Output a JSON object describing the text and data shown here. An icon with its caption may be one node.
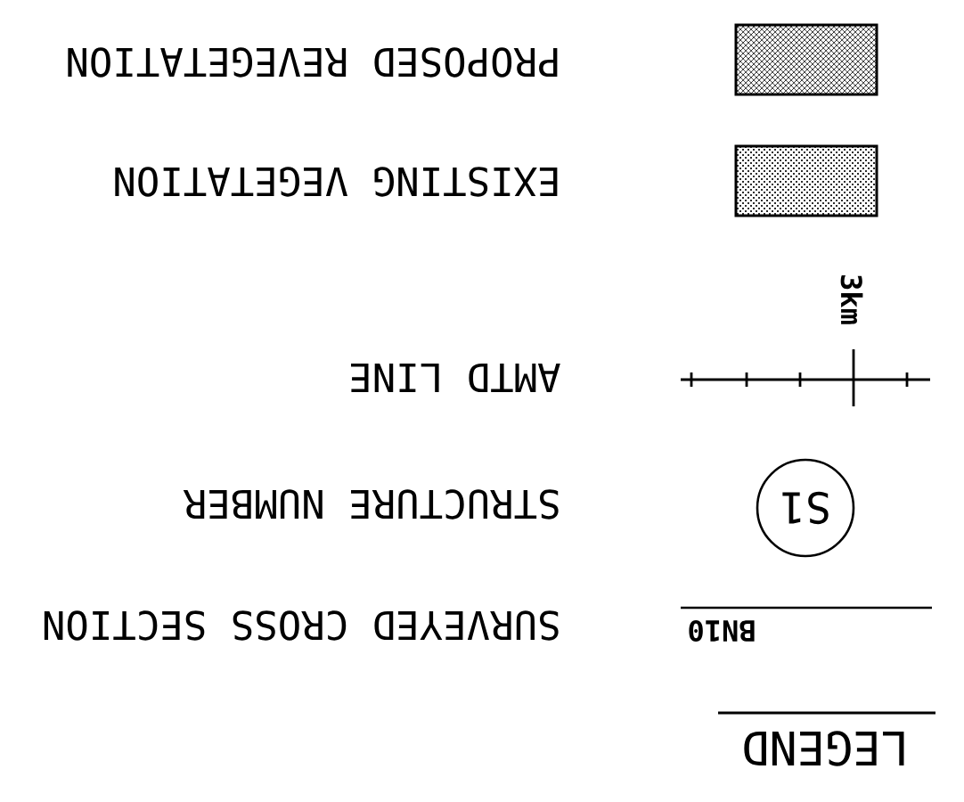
{
  "diagram": {
    "title": "LEGEND",
    "labels": [
      "BN10",
      "S1",
      "3km"
    ],
    "legend": [
      {
        "text": "SURVEYED CROSS SECTION"
      },
      {
        "text": "STRUCTURE NUMBER"
      },
      {
        "text": "AMTD LINE"
      },
      {
        "text": "EXISTING VEGETATION"
      },
      {
        "text": "PROPOSED REVEGETATION"
      }
    ]
  }
}
